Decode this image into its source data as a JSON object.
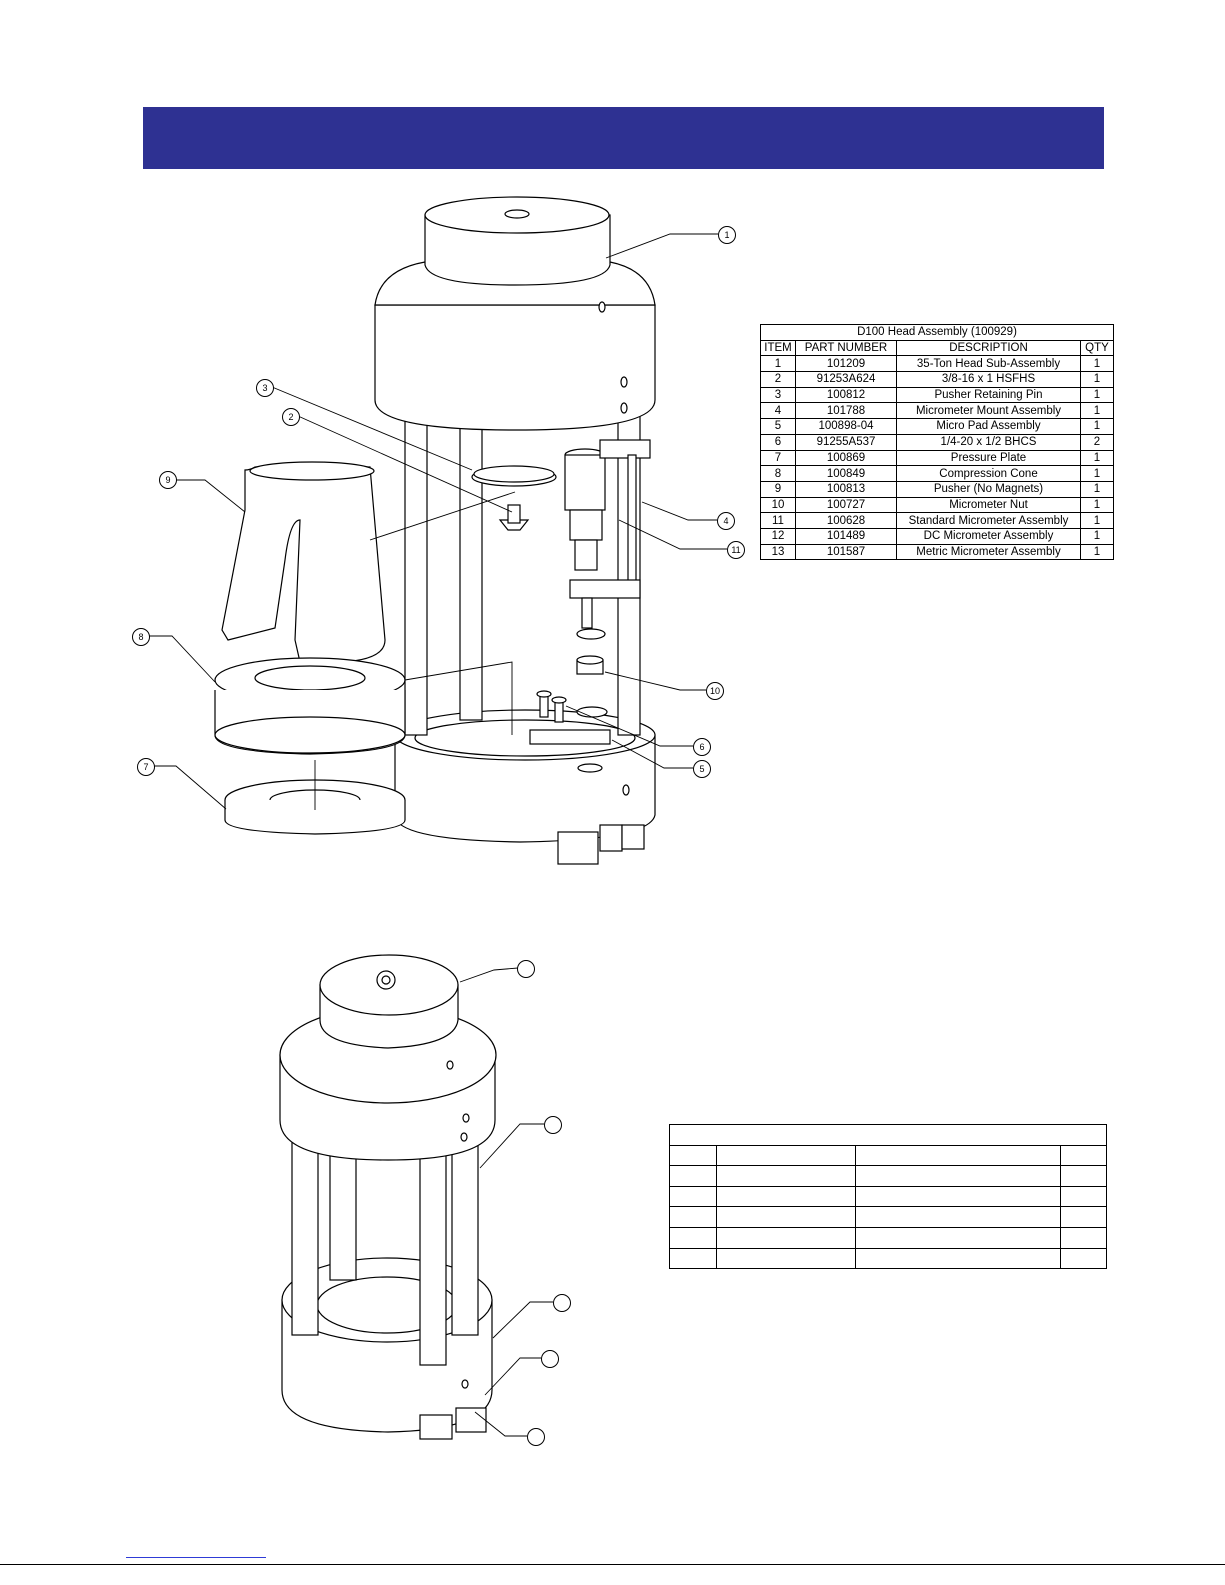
{
  "colors": {
    "banner": "#2e3192",
    "line": "#000000",
    "link": "#2e3bd6"
  },
  "table1": {
    "title": "D100 Head Assembly (100929)",
    "headers": [
      "ITEM",
      "PART NUMBER",
      "DESCRIPTION",
      "QTY"
    ],
    "rows": [
      [
        "1",
        "101209",
        "35-Ton Head Sub-Assembly",
        "1"
      ],
      [
        "2",
        "91253A624",
        "3/8-16 x 1 HSFHS",
        "1"
      ],
      [
        "3",
        "100812",
        "Pusher Retaining Pin",
        "1"
      ],
      [
        "4",
        "101788",
        "Micrometer Mount Assembly",
        "1"
      ],
      [
        "5",
        "100898-04",
        "Micro Pad Assembly",
        "1"
      ],
      [
        "6",
        "91255A537",
        "1/4-20 x 1/2 BHCS",
        "2"
      ],
      [
        "7",
        "100869",
        "Pressure Plate",
        "1"
      ],
      [
        "8",
        "100849",
        "Compression Cone",
        "1"
      ],
      [
        "9",
        "100813",
        "Pusher (No Magnets)",
        "1"
      ],
      [
        "10",
        "100727",
        "Micrometer Nut",
        "1"
      ],
      [
        "11",
        "100628",
        "Standard Micrometer Assembly",
        "1"
      ],
      [
        "12",
        "101489",
        "DC Micrometer Assembly",
        "1"
      ],
      [
        "13",
        "101587",
        "Metric Micrometer Assembly",
        "1"
      ]
    ]
  },
  "callouts1": [
    "1",
    "2",
    "3",
    "4",
    "5",
    "6",
    "7",
    "8",
    "9",
    "10",
    "11"
  ]
}
